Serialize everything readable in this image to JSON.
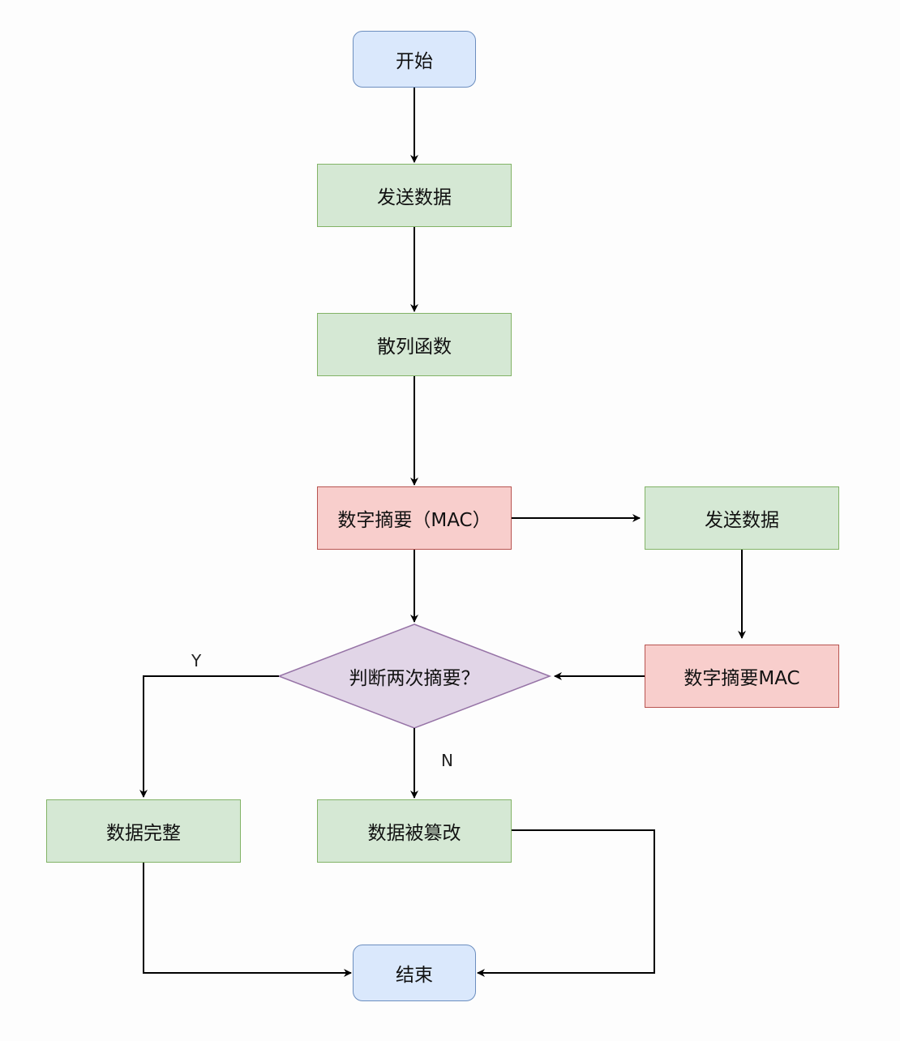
{
  "nodes": {
    "start": "开始",
    "send_data_1": "发送数据",
    "hash_function": "散列函数",
    "digest_mac_1": "数字摘要（MAC）",
    "send_data_2": "发送数据",
    "digest_mac_2": "数字摘要MAC",
    "decision": "判断两次摘要？",
    "data_intact": "数据完整",
    "data_tampered": "数据被篡改",
    "end": "结束"
  },
  "edge_labels": {
    "yes": "Y",
    "no": "N"
  },
  "colors": {
    "terminal_fill": "#dae8fc",
    "terminal_stroke": "#6c8ebf",
    "process_fill": "#d5e8d4",
    "process_stroke": "#82b366",
    "mac_fill": "#f8cecc",
    "mac_stroke": "#b85450",
    "decision_fill": "#e1d5e7",
    "decision_stroke": "#9673a6"
  }
}
